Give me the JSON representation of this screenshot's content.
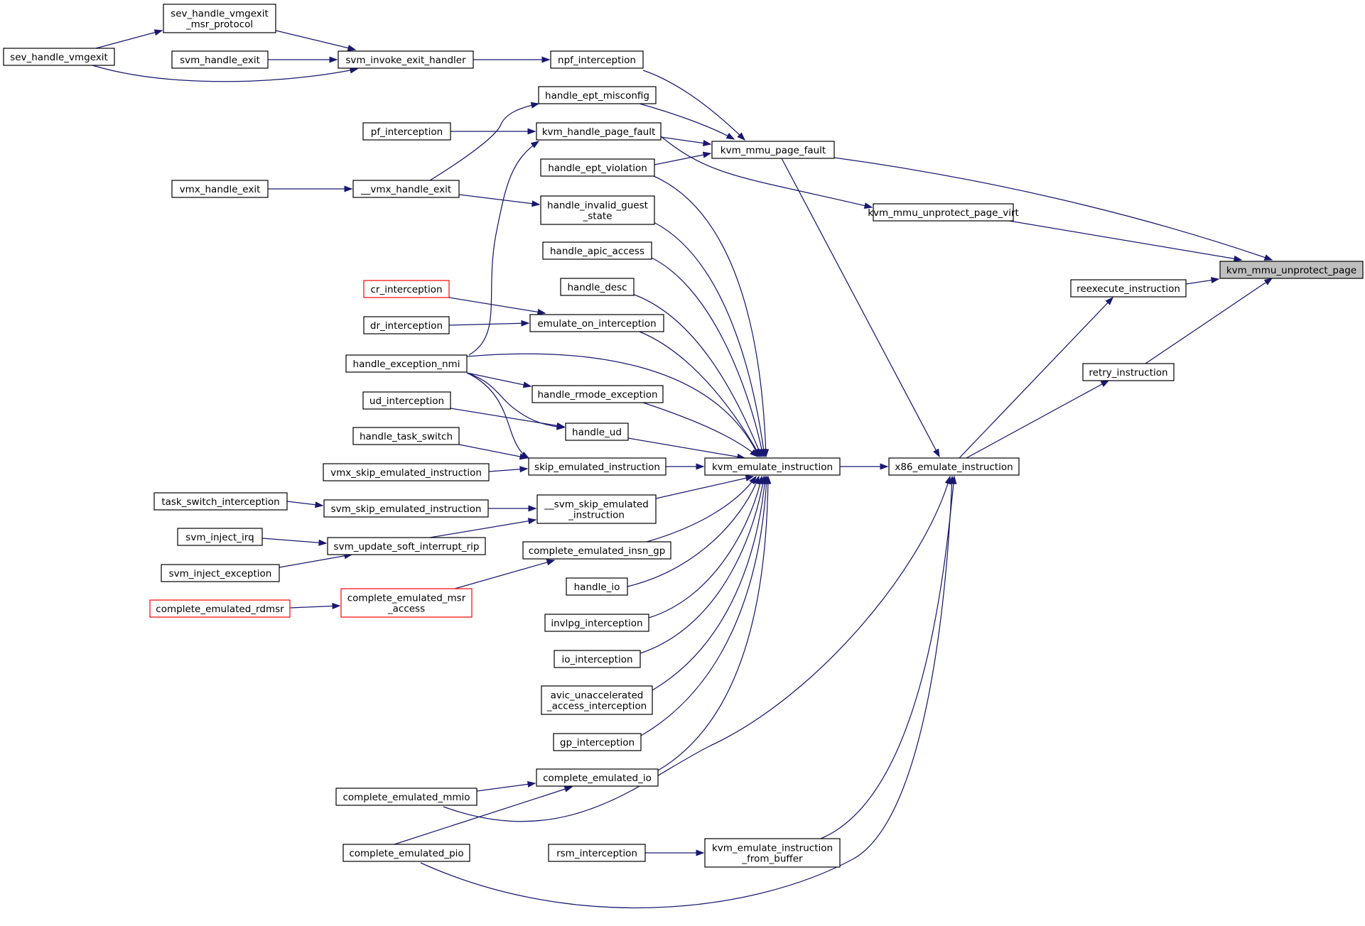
{
  "diagram": {
    "type": "caller-graph",
    "colors": {
      "edge": "#191970",
      "node_border_normal": "#000000",
      "node_border_truncated": "#ff0000",
      "node_fill": "#ffffff",
      "root_fill": "#bfbfbf"
    },
    "nodes": {
      "kvm_mmu_unprotect_page": {
        "lines": [
          "kvm_mmu_unprotect_page"
        ],
        "root": true
      },
      "kvm_mmu_page_fault": {
        "lines": [
          "kvm_mmu_page_fault"
        ]
      },
      "kvm_mmu_unprotect_page_virt": {
        "lines": [
          "kvm_mmu_unprotect_page_virt"
        ]
      },
      "reexecute_instruction": {
        "lines": [
          "reexecute_instruction"
        ]
      },
      "retry_instruction": {
        "lines": [
          "retry_instruction"
        ]
      },
      "x86_emulate_instruction": {
        "lines": [
          "x86_emulate_instruction"
        ]
      },
      "kvm_emulate_instruction": {
        "lines": [
          "kvm_emulate_instruction"
        ]
      },
      "kvm_emulate_instruction_from_buffer": {
        "lines": [
          "kvm_emulate_instruction",
          "_from_buffer"
        ]
      },
      "rsm_interception": {
        "lines": [
          "rsm_interception"
        ]
      },
      "npf_interception": {
        "lines": [
          "npf_interception"
        ]
      },
      "svm_invoke_exit_handler": {
        "lines": [
          "svm_invoke_exit_handler"
        ]
      },
      "sev_handle_vmgexit_msr_protocol": {
        "lines": [
          "sev_handle_vmgexit",
          "_msr_protocol"
        ]
      },
      "sev_handle_vmgexit": {
        "lines": [
          "sev_handle_vmgexit"
        ]
      },
      "svm_handle_exit": {
        "lines": [
          "svm_handle_exit"
        ]
      },
      "handle_ept_misconfig": {
        "lines": [
          "handle_ept_misconfig"
        ]
      },
      "kvm_handle_page_fault": {
        "lines": [
          "kvm_handle_page_fault"
        ]
      },
      "pf_interception": {
        "lines": [
          "pf_interception"
        ]
      },
      "handle_ept_violation": {
        "lines": [
          "handle_ept_violation"
        ]
      },
      "vmx_handle_exit_inner": {
        "lines": [
          "__vmx_handle_exit"
        ]
      },
      "vmx_handle_exit": {
        "lines": [
          "vmx_handle_exit"
        ]
      },
      "handle_invalid_guest_state": {
        "lines": [
          "handle_invalid_guest",
          "_state"
        ]
      },
      "handle_apic_access": {
        "lines": [
          "handle_apic_access"
        ]
      },
      "handle_desc": {
        "lines": [
          "handle_desc"
        ]
      },
      "cr_interception": {
        "lines": [
          "cr_interception"
        ],
        "truncated": true
      },
      "emulate_on_interception": {
        "lines": [
          "emulate_on_interception"
        ]
      },
      "dr_interception": {
        "lines": [
          "dr_interception"
        ]
      },
      "handle_exception_nmi": {
        "lines": [
          "handle_exception_nmi"
        ]
      },
      "handle_rmode_exception": {
        "lines": [
          "handle_rmode_exception"
        ]
      },
      "ud_interception": {
        "lines": [
          "ud_interception"
        ]
      },
      "handle_ud": {
        "lines": [
          "handle_ud"
        ]
      },
      "handle_task_switch": {
        "lines": [
          "handle_task_switch"
        ]
      },
      "skip_emulated_instruction": {
        "lines": [
          "skip_emulated_instruction"
        ]
      },
      "vmx_skip_emulated_instruction": {
        "lines": [
          "vmx_skip_emulated_instruction"
        ]
      },
      "task_switch_interception": {
        "lines": [
          "task_switch_interception"
        ]
      },
      "svm_skip_emulated_instruction": {
        "lines": [
          "svm_skip_emulated_instruction"
        ]
      },
      "svm_skip_emulated_instruction_inner": {
        "lines": [
          "__svm_skip_emulated",
          "_instruction"
        ]
      },
      "svm_inject_irq": {
        "lines": [
          "svm_inject_irq"
        ]
      },
      "svm_update_soft_interrupt_rip": {
        "lines": [
          "svm_update_soft_interrupt_rip"
        ]
      },
      "svm_inject_exception": {
        "lines": [
          "svm_inject_exception"
        ]
      },
      "complete_emulated_insn_gp": {
        "lines": [
          "complete_emulated_insn_gp"
        ]
      },
      "complete_emulated_rdmsr": {
        "lines": [
          "complete_emulated_rdmsr"
        ],
        "truncated": true
      },
      "complete_emulated_msr_access": {
        "lines": [
          "complete_emulated_msr",
          "_access"
        ],
        "truncated": true
      },
      "handle_io": {
        "lines": [
          "handle_io"
        ]
      },
      "invlpg_interception": {
        "lines": [
          "invlpg_interception"
        ]
      },
      "io_interception": {
        "lines": [
          "io_interception"
        ]
      },
      "avic_unaccelerated_access_interception": {
        "lines": [
          "avic_unaccelerated",
          "_access_interception"
        ]
      },
      "gp_interception": {
        "lines": [
          "gp_interception"
        ]
      },
      "complete_emulated_io": {
        "lines": [
          "complete_emulated_io"
        ]
      },
      "complete_emulated_mmio": {
        "lines": [
          "complete_emulated_mmio"
        ]
      },
      "complete_emulated_pio": {
        "lines": [
          "complete_emulated_pio"
        ]
      }
    },
    "edges": [
      [
        "sev_handle_vmgexit",
        "sev_handle_vmgexit_msr_protocol"
      ],
      [
        "sev_handle_vmgexit_msr_protocol",
        "svm_invoke_exit_handler"
      ],
      [
        "svm_handle_exit",
        "svm_invoke_exit_handler"
      ],
      [
        "sev_handle_vmgexit",
        "svm_invoke_exit_handler"
      ],
      [
        "svm_invoke_exit_handler",
        "npf_interception"
      ],
      [
        "npf_interception",
        "kvm_mmu_page_fault"
      ],
      [
        "handle_ept_misconfig",
        "kvm_mmu_page_fault"
      ],
      [
        "kvm_handle_page_fault",
        "kvm_mmu_page_fault"
      ],
      [
        "handle_ept_violation",
        "kvm_mmu_page_fault"
      ],
      [
        "pf_interception",
        "kvm_handle_page_fault"
      ],
      [
        "handle_exception_nmi",
        "kvm_handle_page_fault"
      ],
      [
        "vmx_handle_exit_inner",
        "handle_ept_misconfig"
      ],
      [
        "vmx_handle_exit",
        "vmx_handle_exit_inner"
      ],
      [
        "vmx_handle_exit_inner",
        "handle_invalid_guest_state"
      ],
      [
        "kvm_handle_page_fault",
        "kvm_mmu_unprotect_page_virt"
      ],
      [
        "kvm_mmu_page_fault",
        "kvm_mmu_unprotect_page"
      ],
      [
        "kvm_mmu_unprotect_page_virt",
        "kvm_mmu_unprotect_page"
      ],
      [
        "reexecute_instruction",
        "kvm_mmu_unprotect_page"
      ],
      [
        "retry_instruction",
        "kvm_mmu_unprotect_page"
      ],
      [
        "x86_emulate_instruction",
        "reexecute_instruction"
      ],
      [
        "x86_emulate_instruction",
        "retry_instruction"
      ],
      [
        "kvm_mmu_page_fault",
        "x86_emulate_instruction"
      ],
      [
        "kvm_emulate_instruction",
        "x86_emulate_instruction"
      ],
      [
        "kvm_emulate_instruction_from_buffer",
        "x86_emulate_instruction"
      ],
      [
        "complete_emulated_mmio",
        "x86_emulate_instruction"
      ],
      [
        "complete_emulated_pio",
        "x86_emulate_instruction"
      ],
      [
        "rsm_interception",
        "kvm_emulate_instruction_from_buffer"
      ],
      [
        "handle_ept_violation",
        "kvm_emulate_instruction"
      ],
      [
        "handle_invalid_guest_state",
        "kvm_emulate_instruction"
      ],
      [
        "handle_apic_access",
        "kvm_emulate_instruction"
      ],
      [
        "handle_desc",
        "kvm_emulate_instruction"
      ],
      [
        "emulate_on_interception",
        "kvm_emulate_instruction"
      ],
      [
        "handle_exception_nmi",
        "kvm_emulate_instruction"
      ],
      [
        "handle_rmode_exception",
        "kvm_emulate_instruction"
      ],
      [
        "handle_ud",
        "kvm_emulate_instruction"
      ],
      [
        "skip_emulated_instruction",
        "kvm_emulate_instruction"
      ],
      [
        "svm_skip_emulated_instruction_inner",
        "kvm_emulate_instruction"
      ],
      [
        "complete_emulated_insn_gp",
        "kvm_emulate_instruction"
      ],
      [
        "handle_io",
        "kvm_emulate_instruction"
      ],
      [
        "invlpg_interception",
        "kvm_emulate_instruction"
      ],
      [
        "io_interception",
        "kvm_emulate_instruction"
      ],
      [
        "avic_unaccelerated_access_interception",
        "kvm_emulate_instruction"
      ],
      [
        "gp_interception",
        "kvm_emulate_instruction"
      ],
      [
        "complete_emulated_io",
        "kvm_emulate_instruction"
      ],
      [
        "cr_interception",
        "emulate_on_interception"
      ],
      [
        "dr_interception",
        "emulate_on_interception"
      ],
      [
        "handle_exception_nmi",
        "handle_rmode_exception"
      ],
      [
        "handle_exception_nmi",
        "handle_ud"
      ],
      [
        "ud_interception",
        "handle_ud"
      ],
      [
        "handle_exception_nmi",
        "skip_emulated_instruction"
      ],
      [
        "handle_task_switch",
        "skip_emulated_instruction"
      ],
      [
        "vmx_skip_emulated_instruction",
        "skip_emulated_instruction"
      ],
      [
        "task_switch_interception",
        "svm_skip_emulated_instruction"
      ],
      [
        "svm_skip_emulated_instruction",
        "svm_skip_emulated_instruction_inner"
      ],
      [
        "svm_update_soft_interrupt_rip",
        "svm_skip_emulated_instruction_inner"
      ],
      [
        "svm_inject_irq",
        "svm_update_soft_interrupt_rip"
      ],
      [
        "svm_inject_exception",
        "svm_update_soft_interrupt_rip"
      ],
      [
        "complete_emulated_msr_access",
        "complete_emulated_insn_gp"
      ],
      [
        "complete_emulated_rdmsr",
        "complete_emulated_msr_access"
      ],
      [
        "complete_emulated_mmio",
        "complete_emulated_io"
      ],
      [
        "complete_emulated_pio",
        "complete_emulated_io"
      ]
    ]
  }
}
